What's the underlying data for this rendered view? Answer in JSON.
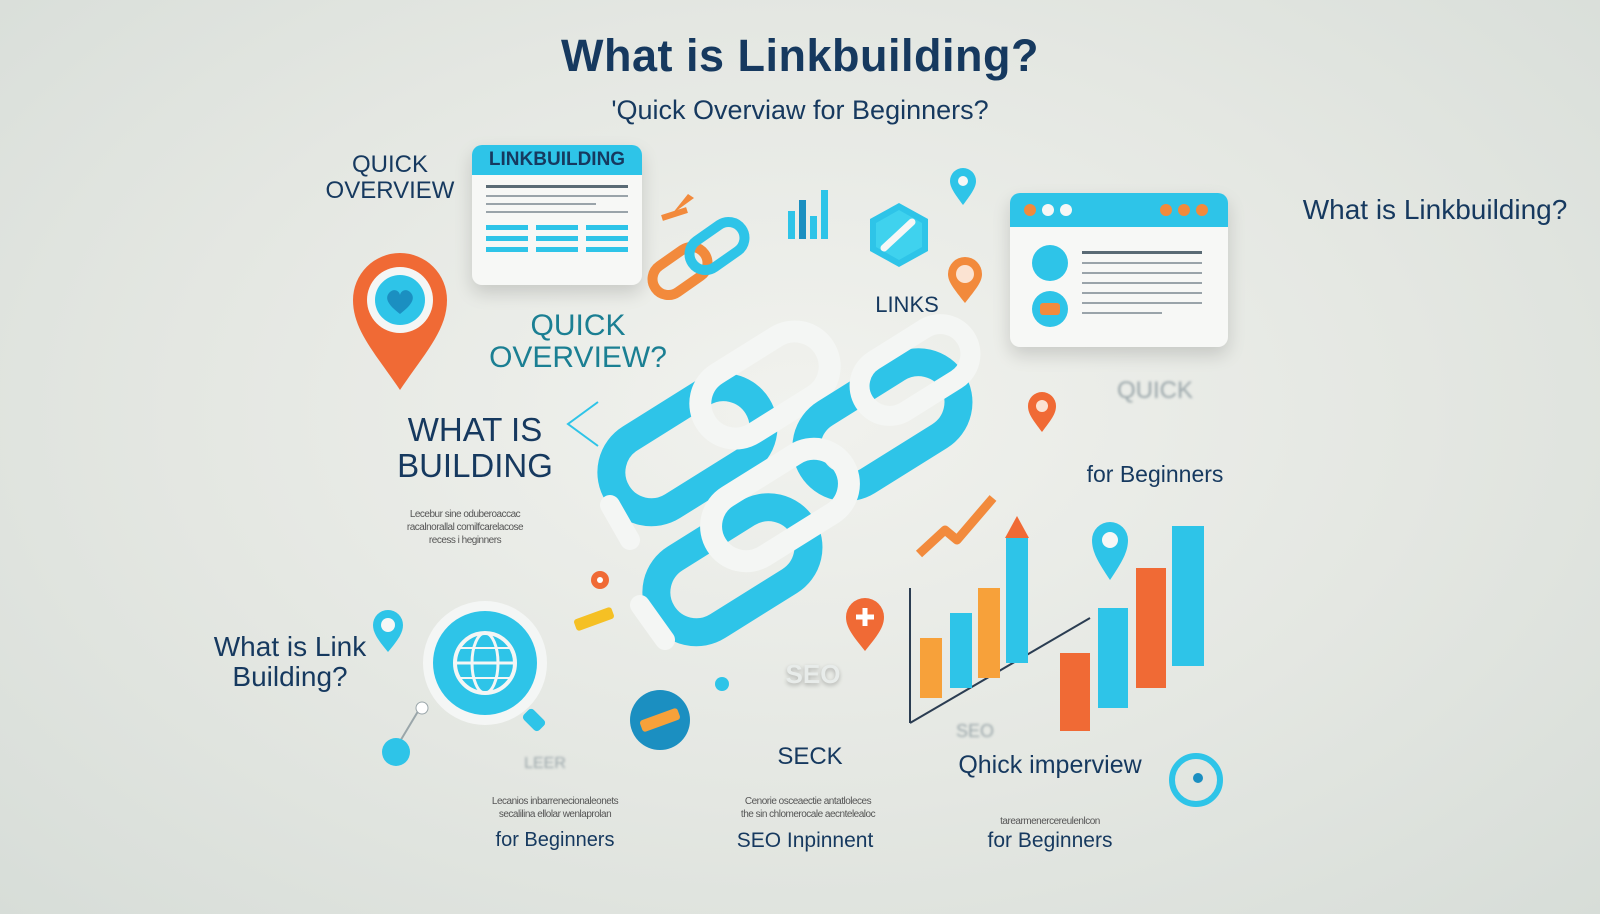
{
  "header": {
    "title": "What is Linkbuilding?",
    "subtitle": "'Quick Overviaw for Beginners?"
  },
  "labels": {
    "quick_overview_top": "QUICK OVERVIEW",
    "linkbuilding_card": "LINKBUILDING",
    "what_is_linkbuilding_right": "What is Linkbuilding?",
    "links": "LINKS",
    "quick_overview_center": "QUICK OVERVIEW?",
    "quick_faded": "QUICK",
    "for_beginners_right": "for Beginners",
    "what_is_building": "WHAT IS BUILDING",
    "scribble_left": "Lecebur sine oduberoaccac\nracalnorallal comilfcarelacose\nrecess i heginners",
    "what_is_link_building": "What is Link Building?",
    "seo_icon": "SEO",
    "seck": "SECK",
    "seo_faded": "SEO",
    "leer_faded": "LEER",
    "qhick_imperview": "Qhick imperview",
    "scribble_b1": "Lecanios inbarrenecionaleonets\nsecalilina ellolar wenlaprolan",
    "for_beginners_b1": "for Beginners",
    "scribble_b2": "Cenorie osceaectie antatloleces\nthe sin chlomerocale aecntelealoc",
    "seo_impinnent": "SEO Inpinnent",
    "scribble_b3": "tarearmenercereulenlcon",
    "for_beginners_b3": "for Beginners"
  },
  "colors": {
    "navy": "#16395f",
    "cyan": "#2ec4e8",
    "orange": "#f07a3a",
    "background": "#e6e9e4"
  },
  "icons": [
    "chain-link-icon",
    "location-pin-heart-icon",
    "globe-magnifier-icon",
    "bar-chart-icon",
    "browser-window-icon",
    "document-card-icon"
  ]
}
